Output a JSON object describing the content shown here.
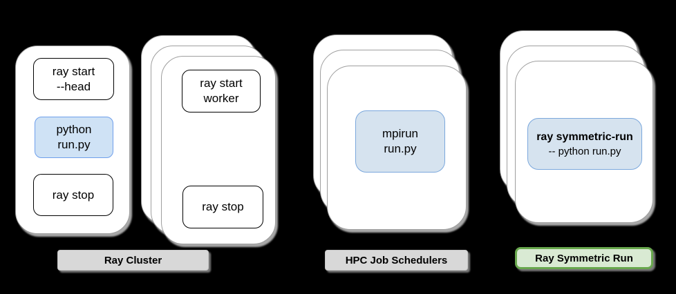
{
  "diagram": {
    "groups": {
      "head_node": {
        "cards": 1,
        "boxes": {
          "ray_start_head": {
            "line1": "ray start",
            "line2": "--head"
          },
          "python_run": {
            "line1": "python",
            "line2": "run.py"
          },
          "ray_stop": {
            "line1": "ray stop"
          }
        }
      },
      "worker_nodes": {
        "cards": 3,
        "boxes": {
          "ray_start_worker": {
            "line1": "ray start",
            "line2": "worker"
          },
          "ray_stop": {
            "line1": "ray stop"
          }
        }
      },
      "hpc_schedulers": {
        "cards": 3,
        "boxes": {
          "mpirun_run": {
            "line1": "mpirun",
            "line2": "run.py"
          }
        }
      },
      "symmetric_run": {
        "cards": 3,
        "boxes": {
          "ray_symmetric_run": {
            "line1": "ray symmetric-run",
            "line2": "-- python run.py"
          }
        }
      }
    },
    "labels": {
      "ray_cluster": "Ray Cluster",
      "hpc_job_schedulers": "HPC Job Schedulers",
      "ray_symmetric_run": "Ray Symmetric Run"
    },
    "colors": {
      "background": "#000000",
      "card_fill": "#ffffff",
      "card_border": "#9e9e9e",
      "command_box_border": "#000000",
      "blue_box_fill": "#cfe2f5",
      "blue_box_border": "#6d9eeb",
      "blue_box_fill_muted": "#d6e3ef",
      "blue_box_border_muted": "#7aa7dc",
      "gray_label_fill": "#d8d8d8",
      "green_label_fill": "#d9ead3",
      "green_label_border": "#68a74d"
    }
  }
}
